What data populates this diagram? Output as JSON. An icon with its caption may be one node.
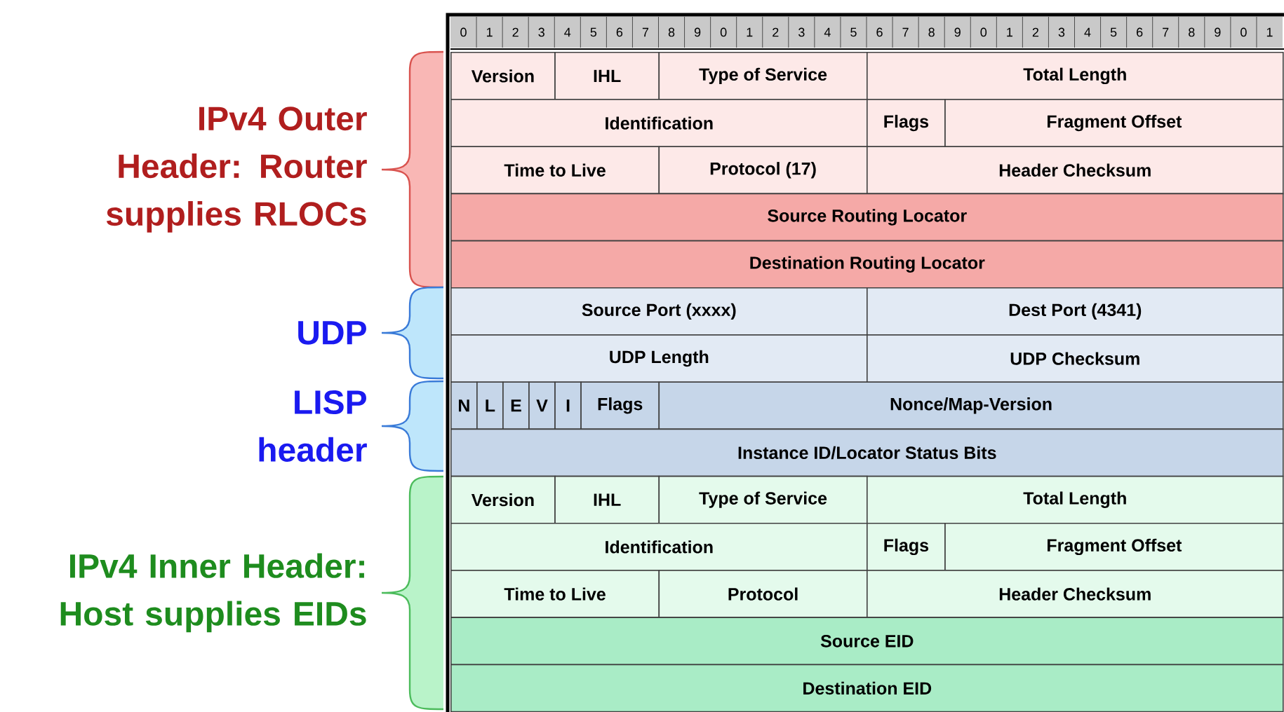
{
  "diagram": {
    "nodes": [
      {
        "text": [
          "Version"
        ]
      },
      {
        "text": [
          "IHL"
        ]
      },
      {
        "text": [
          "Type of Service"
        ]
      },
      {
        "text": [
          "Total Length"
        ]
      },
      {
        "text": [
          "Identification"
        ]
      },
      {
        "text": [
          "Flags"
        ]
      },
      {
        "text": [
          "Fragment Offset"
        ]
      },
      {
        "text": [
          "Time to Live"
        ]
      },
      {
        "text": [
          "Protocol (17)"
        ]
      },
      {
        "text": [
          "Header Checksum"
        ]
      },
      {
        "text": [
          "Source Routing Locator"
        ]
      },
      {
        "text": [
          "Destination Routing Locator"
        ]
      },
      {
        "text": [
          "Source Port (xxxx)"
        ]
      },
      {
        "text": [
          "Dest Port (4341)"
        ]
      },
      {
        "text": [
          "UDP Length"
        ]
      },
      {
        "text": [
          "UDP Checksum"
        ]
      },
      {
        "text": [
          "N"
        ]
      },
      {
        "text": [
          "L"
        ]
      },
      {
        "text": [
          "E"
        ]
      },
      {
        "text": [
          "V"
        ]
      },
      {
        "text": [
          "I"
        ]
      },
      {
        "text": [
          "Flags"
        ]
      },
      {
        "text": [
          "Nonce/Map-Version"
        ]
      },
      {
        "text": [
          "Instance ID/Locator Status Bits"
        ]
      },
      {
        "text": [
          "Version"
        ]
      },
      {
        "text": [
          "IHL"
        ]
      },
      {
        "text": [
          "Type of Service"
        ]
      },
      {
        "text": [
          "Total Length"
        ]
      },
      {
        "text": [
          "Identification"
        ]
      },
      {
        "text": [
          "Flags"
        ]
      },
      {
        "text": [
          "Fragment Offset"
        ]
      },
      {
        "text": [
          "Time to Live"
        ]
      },
      {
        "text": [
          "Protocol"
        ]
      },
      {
        "text": [
          "Header Checksum"
        ]
      },
      {
        "text": [
          "Source EID"
        ]
      },
      {
        "text": [
          "Destination EID"
        ]
      }
    ],
    "labels": [
      "0",
      "1",
      "2",
      "3",
      "4",
      "5",
      "6",
      "7",
      "8",
      "9",
      "0",
      "1",
      "2",
      "3",
      "4",
      "5",
      "6",
      "7",
      "8",
      "9",
      "0",
      "1",
      "2",
      "3",
      "4",
      "5",
      "6",
      "7",
      "8",
      "9",
      "0",
      "1",
      "IPv4 Outer Header: Router supplies RLOCs",
      "UDP",
      "LISP header",
      "IPv4 Inner Header: Host supplies EIDs"
    ]
  }
}
